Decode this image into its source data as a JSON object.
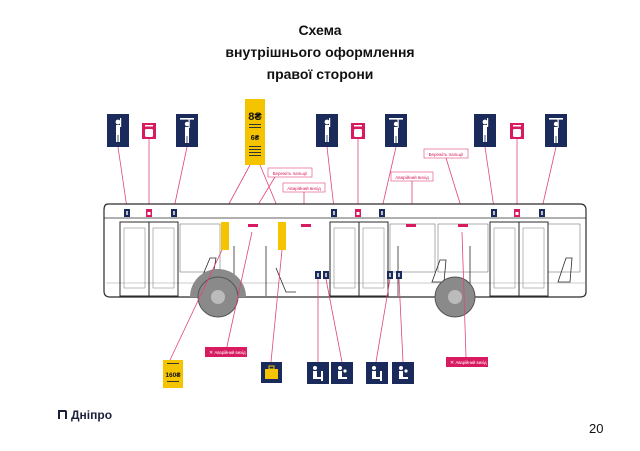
{
  "title": {
    "line1": "Схема",
    "line2": "внутрішнього оформлення",
    "line3": "правої сторони"
  },
  "labels": {
    "hold_handrails": "Бережіть пальці!",
    "emergency_exit": "Аварійний вихід"
  },
  "fare": {
    "price_large": "8₴",
    "price_small": "6₴",
    "price_card": "160₴"
  },
  "brand": {
    "name": "Дніпро"
  },
  "page_number": "20",
  "colors": {
    "navy": "#1a2a5a",
    "magenta": "#d81b60",
    "yellow": "#f5c400",
    "pink_line": "#e0457b",
    "bus_outline": "#2b2b2b",
    "wheel": "#8a8a8a"
  },
  "icons": [
    "standing-passenger-icon",
    "validator-icon",
    "handrail-icon",
    "priority-seat-icon",
    "luggage-icon",
    "emergency-exit-icon",
    "dnipro-logo-icon"
  ]
}
